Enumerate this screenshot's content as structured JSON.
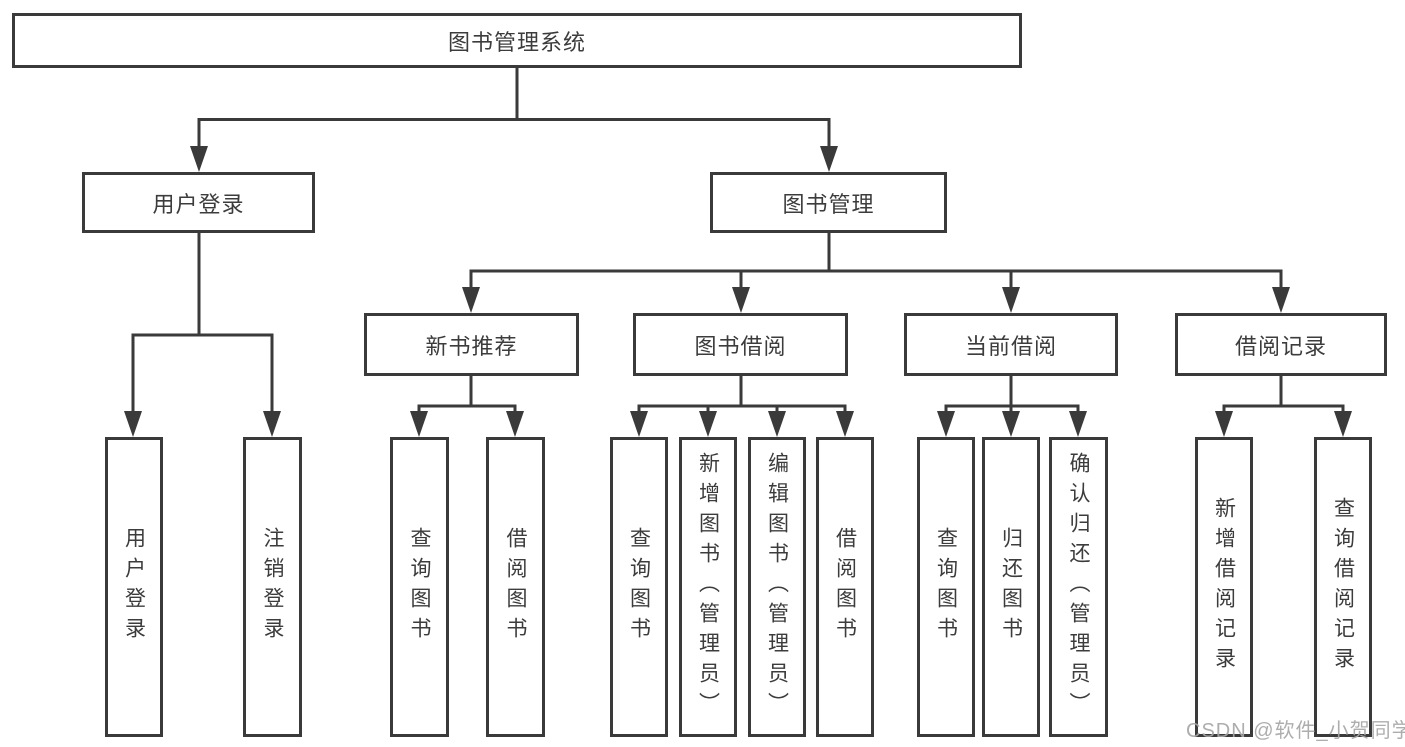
{
  "diagram_type": "functional-structure-tree",
  "colors": {
    "line": "#3a3a3a",
    "box_border": "#3a3a3a",
    "text": "#3c3c3c",
    "background": "#ffffff",
    "watermark": "#a6a6a6"
  },
  "tree": {
    "label": "图书管理系统",
    "children": [
      {
        "label": "用户登录",
        "children": [
          {
            "label": "用户登录"
          },
          {
            "label": "注销登录"
          }
        ]
      },
      {
        "label": "图书管理",
        "children": [
          {
            "label": "新书推荐",
            "children": [
              {
                "label": "查询图书"
              },
              {
                "label": "借阅图书"
              }
            ]
          },
          {
            "label": "图书借阅",
            "children": [
              {
                "label": "查询图书"
              },
              {
                "label": "新增图书（管理员）"
              },
              {
                "label": "编辑图书（管理员）"
              },
              {
                "label": "借阅图书"
              }
            ]
          },
          {
            "label": "当前借阅",
            "children": [
              {
                "label": "查询图书"
              },
              {
                "label": "归还图书"
              },
              {
                "label": "确认归还（管理员）"
              }
            ]
          },
          {
            "label": "借阅记录",
            "children": [
              {
                "label": "新增借阅记录"
              },
              {
                "label": "查询借阅记录"
              }
            ]
          }
        ]
      }
    ]
  },
  "watermark": "CSDN @软件_小贺同学"
}
